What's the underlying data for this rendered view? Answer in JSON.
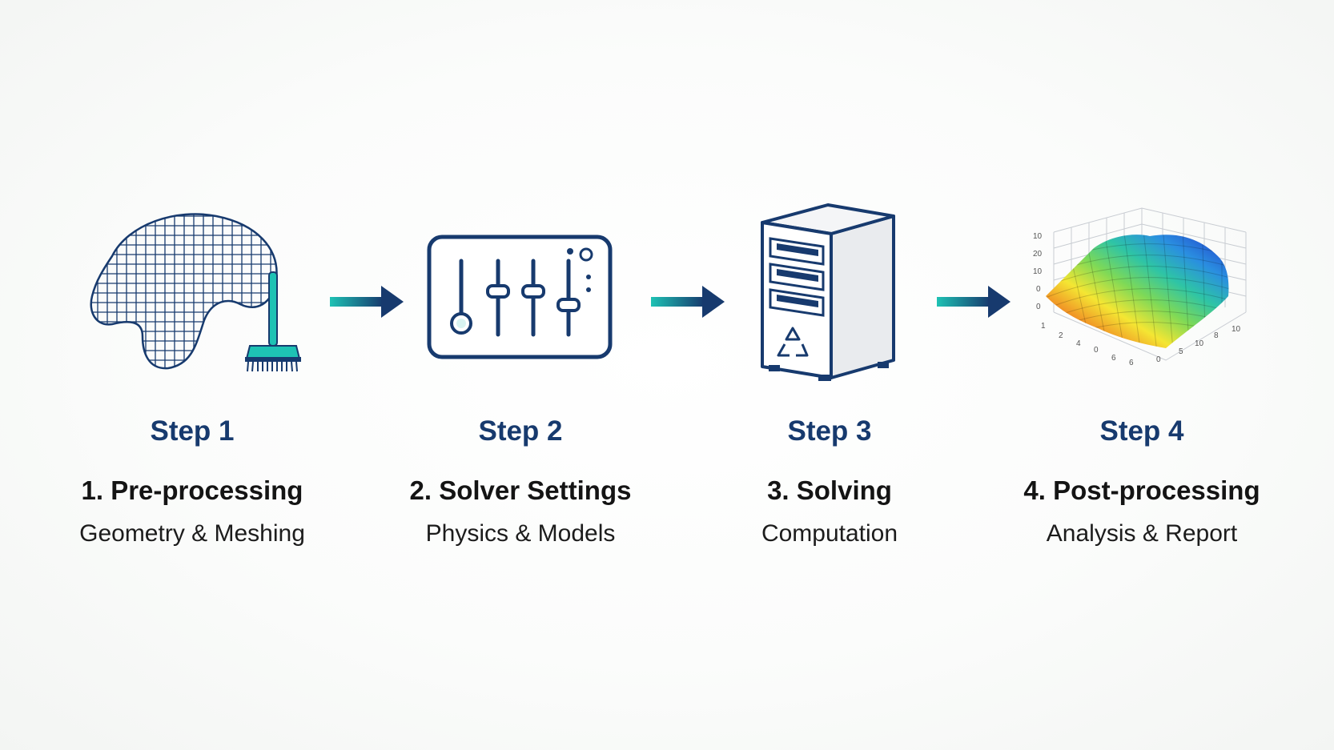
{
  "steps": [
    {
      "label": "Step 1",
      "title": "1. Pre-processing",
      "subtitle": "Geometry & Meshing",
      "icon": "mesh-and-broom-icon"
    },
    {
      "label": "Step 2",
      "title": "2. Solver Settings",
      "subtitle": "Physics & Models",
      "icon": "sliders-icon"
    },
    {
      "label": "Step 3",
      "title": "3. Solving",
      "subtitle": "Computation",
      "icon": "server-icon"
    },
    {
      "label": "Step 4",
      "title": "4. Post-processing",
      "subtitle": "Analysis & Report",
      "icon": "surface-plot-icon"
    }
  ],
  "plot_ticks": {
    "z": [
      "10",
      "20",
      "10",
      "0",
      "0"
    ],
    "x": [
      "1",
      "2",
      "4",
      "0",
      "6"
    ],
    "y": [
      "10",
      "8",
      "10",
      "5",
      "0",
      "6"
    ]
  },
  "colors": {
    "navy": "#173a6e",
    "teal": "#1ec2b4",
    "text": "#141414"
  }
}
